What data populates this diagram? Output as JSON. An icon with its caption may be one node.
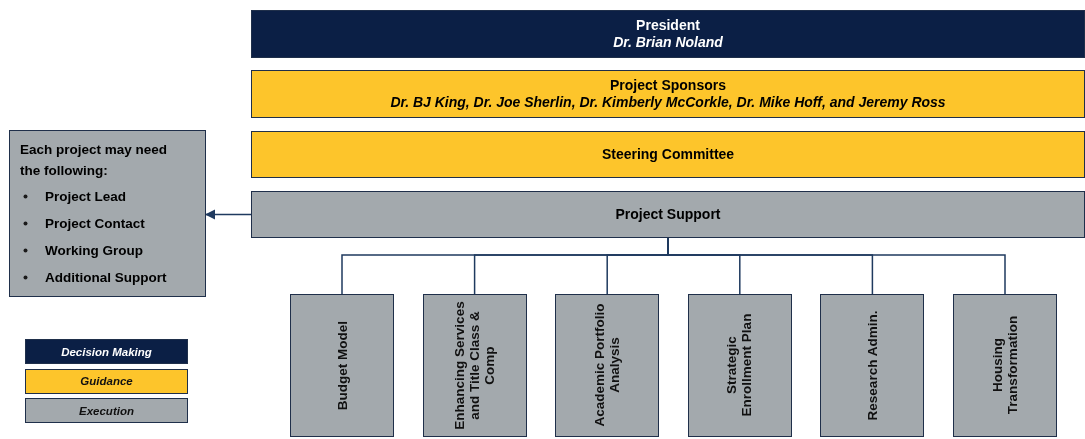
{
  "diagram": {
    "nodes": [
      {
        "text": [
          "President",
          "Dr. Brian Noland"
        ]
      },
      {
        "text": [
          "Project Sponsors",
          "Dr. BJ King, Dr. Joe Sherlin, Dr. Kimberly McCorkle, Dr. Mike Hoff, and Jeremy Ross"
        ]
      },
      {
        "text": [
          "Steering Committee"
        ]
      },
      {
        "text": [
          "Project Support"
        ]
      },
      {
        "text": [
          "Each project may need the following:",
          "Project Lead",
          "Project Contact",
          "Working Group",
          "Additional Support"
        ]
      },
      {
        "text": [
          "Budget Model"
        ]
      },
      {
        "text": [
          "Enhancing Services and Title Class & Comp"
        ]
      },
      {
        "text": [
          "Academic Portfolio Analysis"
        ]
      },
      {
        "text": [
          "Strategic Enrollment Plan"
        ]
      },
      {
        "text": [
          "Research Admin."
        ]
      },
      {
        "text": [
          "Housing Transformation"
        ]
      }
    ],
    "edges": [
      {
        "from": 3,
        "to": 4,
        "arrow": "to"
      },
      {
        "from": 3,
        "to": 5,
        "arrow": "none"
      },
      {
        "from": 3,
        "to": 6,
        "arrow": "none"
      },
      {
        "from": 3,
        "to": 7,
        "arrow": "none"
      },
      {
        "from": 3,
        "to": 8,
        "arrow": "none"
      },
      {
        "from": 3,
        "to": 9,
        "arrow": "none"
      },
      {
        "from": 3,
        "to": 10,
        "arrow": "none"
      }
    ],
    "legend": [
      {
        "text": "Decision Making",
        "color": "#0b1f45"
      },
      {
        "text": "Guidance",
        "color": "#fdc52b"
      },
      {
        "text": "Execution",
        "color": "#a3a9ad"
      }
    ]
  }
}
